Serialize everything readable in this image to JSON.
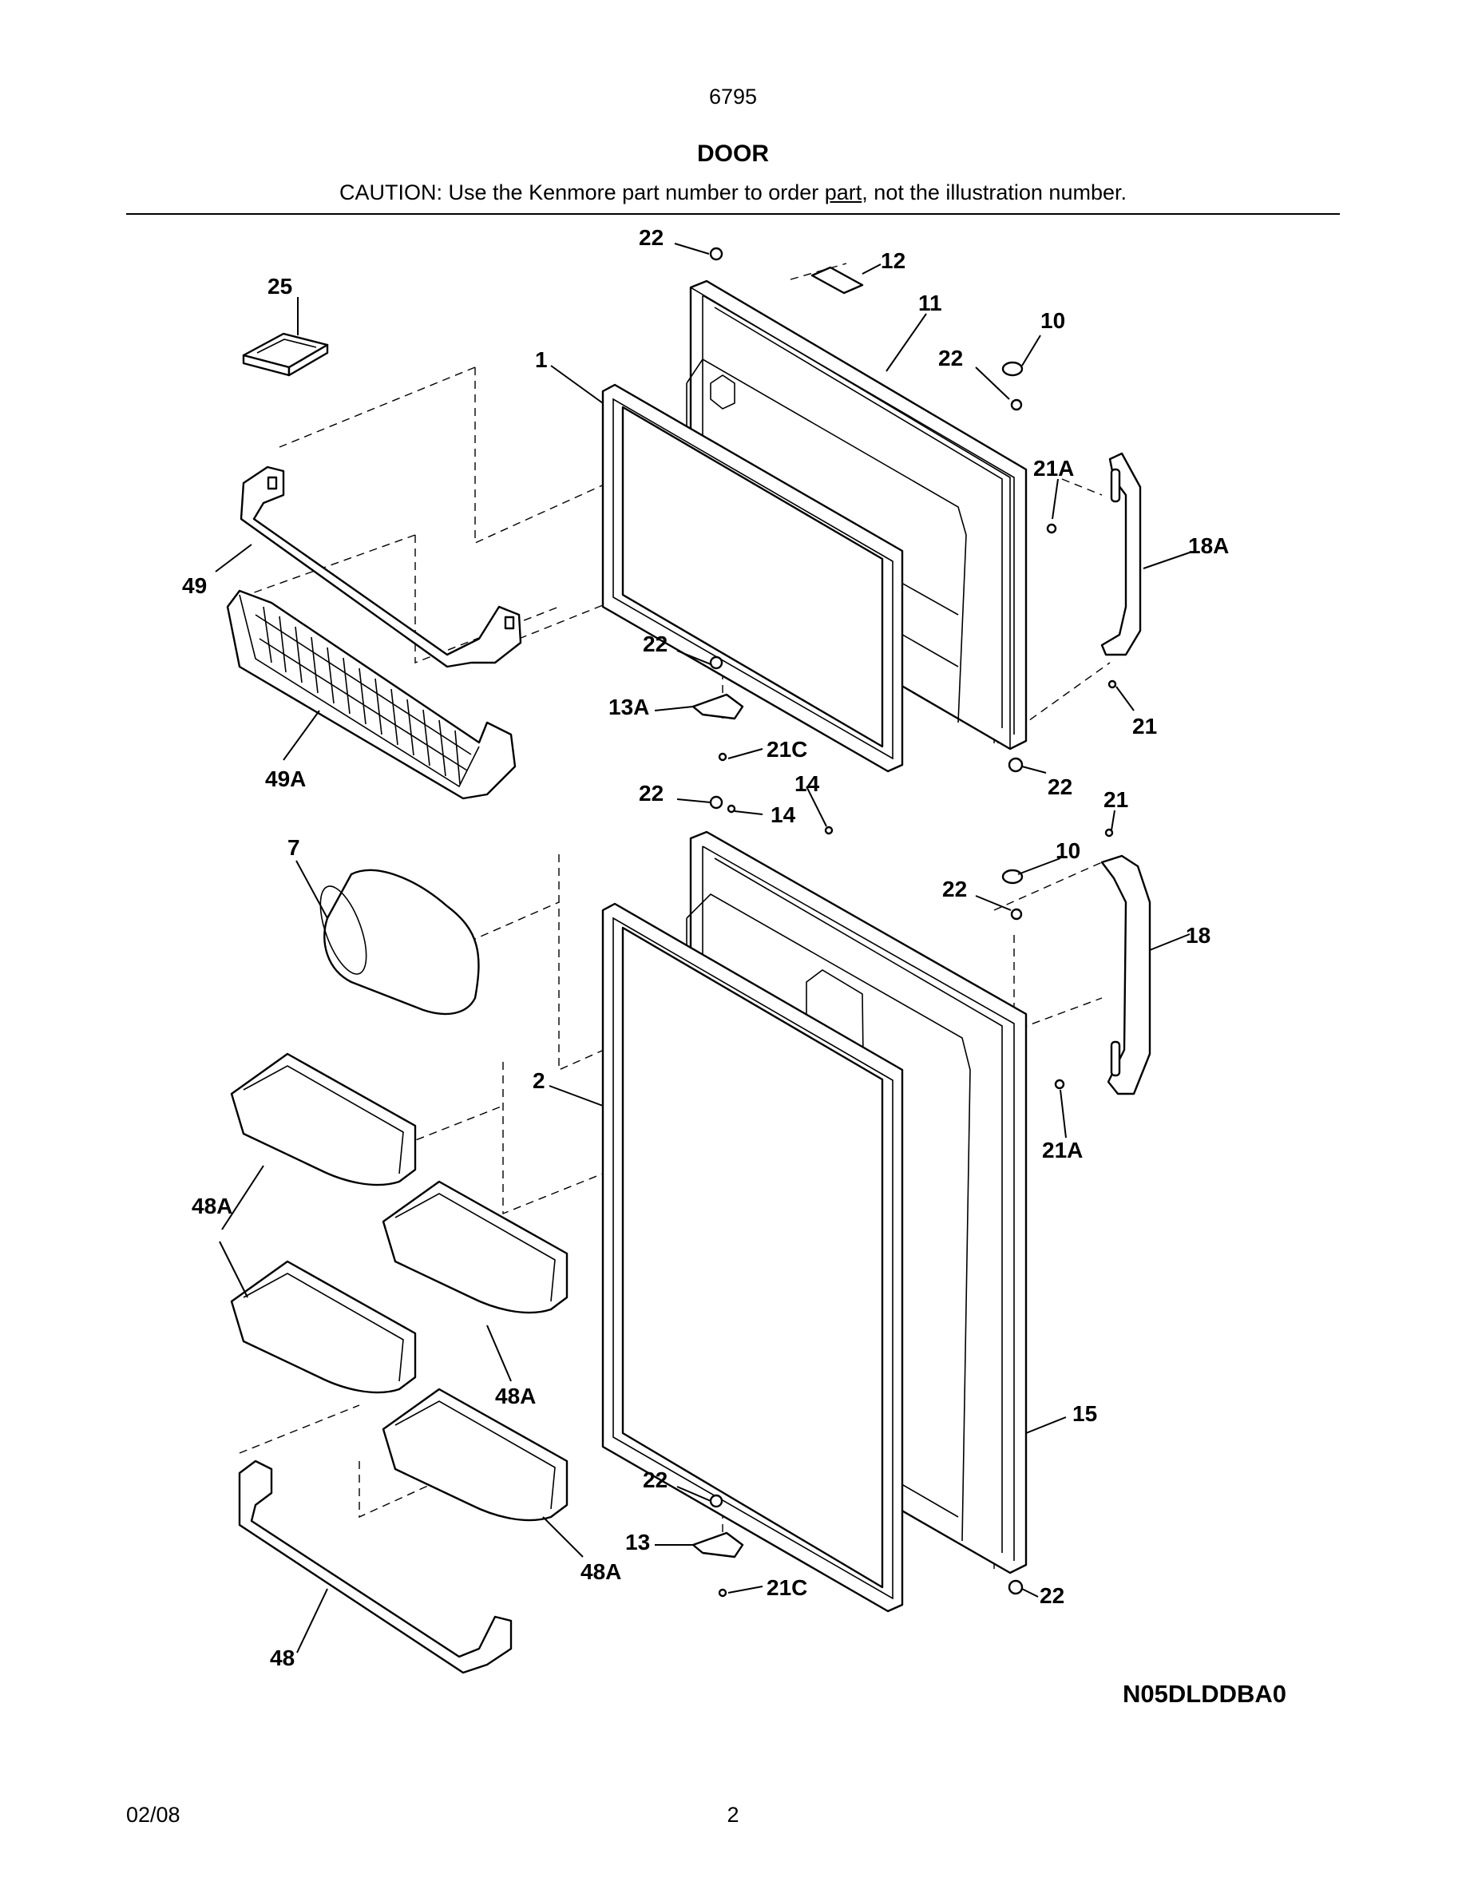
{
  "header": {
    "model": "6795",
    "title": "DOOR",
    "caution_before": "CAUTION: Use the Kenmore part number to order ",
    "caution_underlined": "part",
    "caution_after": ", not the illustration number."
  },
  "callouts": {
    "c22_top": "22",
    "c12": "12",
    "c25": "25",
    "c11": "11",
    "c10_upper": "10",
    "c1": "1",
    "c22_upper_hinge": "22",
    "c21a_upper": "21A",
    "c18a": "18A",
    "c49": "49",
    "c22_upper_bottom": "22",
    "c13a": "13A",
    "c21_upper": "21",
    "c21c_upper": "21C",
    "c49a": "49A",
    "c22_lower_top": "22",
    "c14_a": "14",
    "c14_b": "14",
    "c22_upper_door_bottom": "22",
    "c21_lower": "21",
    "c7": "7",
    "c10_lower": "10",
    "c22_lower_hinge": "22",
    "c18": "18",
    "c2": "2",
    "c21a_lower": "21A",
    "c48a_left": "48A",
    "c48a_middle": "48A",
    "c15": "15",
    "c22_lower_bottom": "22",
    "c13": "13",
    "c48a_right": "48A",
    "c21c_lower": "21C",
    "c22_lower_door_bottom": "22",
    "c48": "48"
  },
  "diagram_code": "N05DLDDBA0",
  "footer": {
    "date": "02/08",
    "page": "2"
  }
}
